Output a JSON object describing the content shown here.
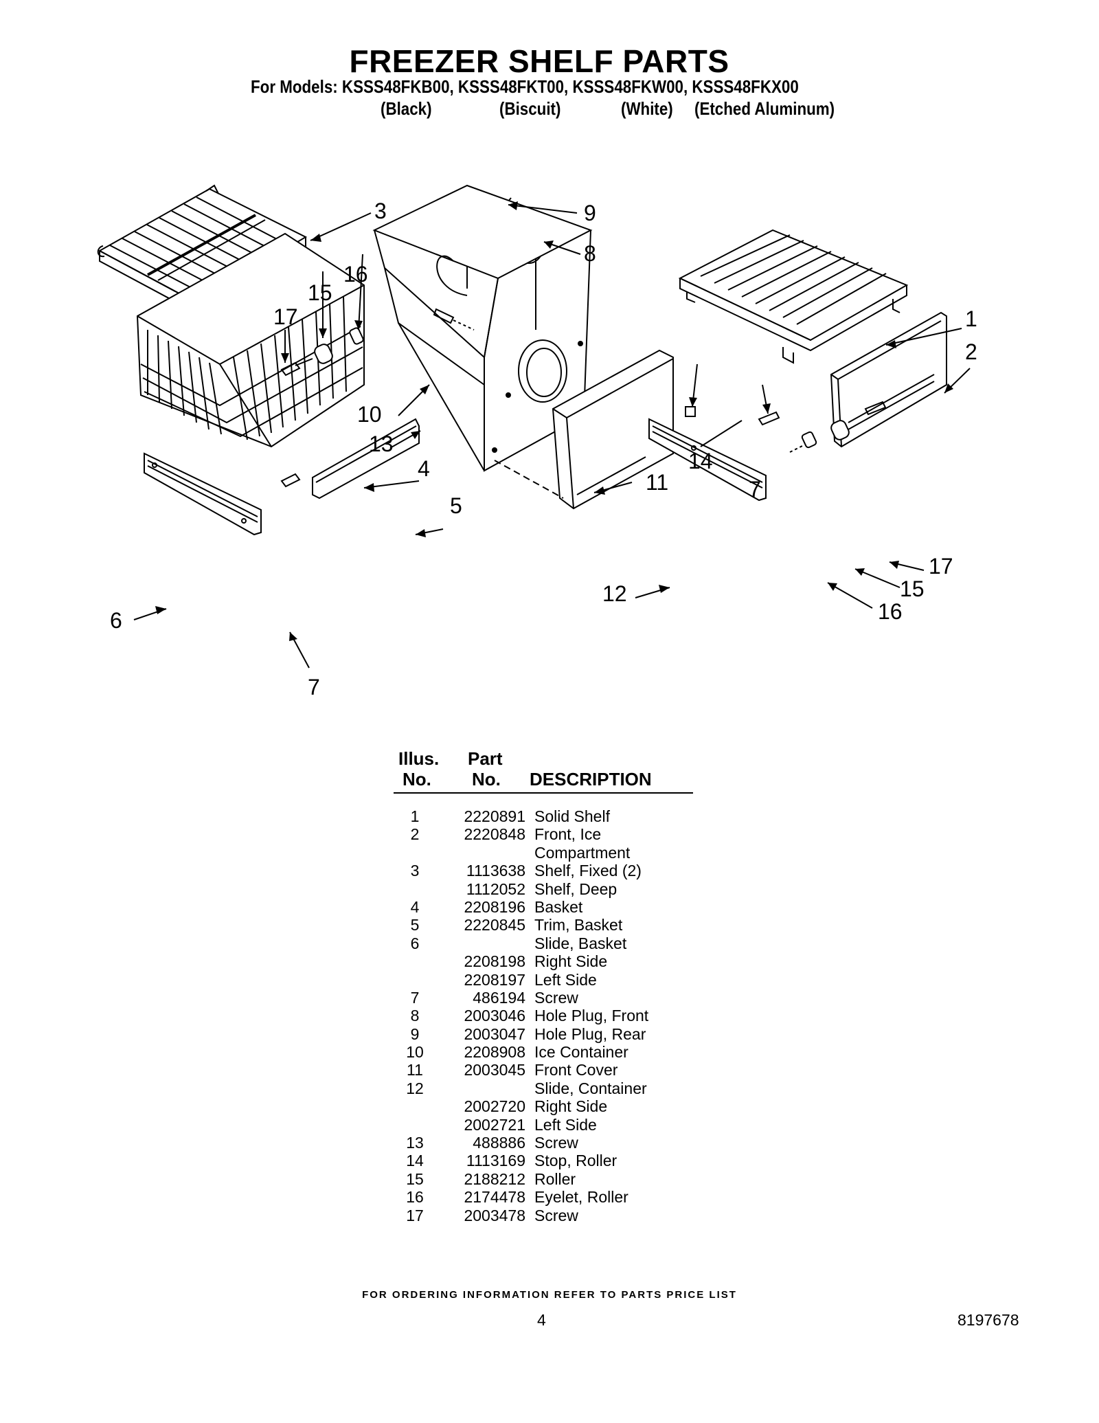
{
  "header": {
    "title": "FREEZER SHELF PARTS",
    "models_line": "For Models: KSSS48FKB00, KSSS48FKT00, KSSS48FKW00, KSSS48FKX00",
    "colors": [
      "(Black)",
      "(Biscuit)",
      "(White)",
      "(Etched Aluminum)"
    ]
  },
  "diagram": {
    "callouts": [
      "3",
      "9",
      "8",
      "16",
      "15",
      "17",
      "1",
      "2",
      "10",
      "13",
      "4",
      "14",
      "11",
      "7",
      "5",
      "17",
      "15",
      "12",
      "16",
      "6",
      "7"
    ]
  },
  "table": {
    "header_illus_1": "Illus.",
    "header_illus_2": "No.",
    "header_part_1": "Part",
    "header_part_2": "No.",
    "header_desc": "DESCRIPTION",
    "rows": [
      {
        "illus": "1",
        "part": "2220891",
        "desc": "Solid Shelf"
      },
      {
        "illus": "2",
        "part": "2220848",
        "desc": "Front, Ice"
      },
      {
        "illus": "",
        "part": "",
        "desc": "Compartment"
      },
      {
        "illus": "3",
        "part": "1113638",
        "desc": "Shelf, Fixed (2)"
      },
      {
        "illus": "",
        "part": "1112052",
        "desc": "Shelf, Deep"
      },
      {
        "illus": "4",
        "part": "2208196",
        "desc": "Basket"
      },
      {
        "illus": "5",
        "part": "2220845",
        "desc": "Trim, Basket"
      },
      {
        "illus": "6",
        "part": "",
        "desc": "Slide, Basket"
      },
      {
        "illus": "",
        "part": "2208198",
        "desc": "Right Side"
      },
      {
        "illus": "",
        "part": "2208197",
        "desc": "Left Side"
      },
      {
        "illus": "7",
        "part": "486194",
        "desc": "Screw"
      },
      {
        "illus": "8",
        "part": "2003046",
        "desc": "Hole Plug, Front"
      },
      {
        "illus": "9",
        "part": "2003047",
        "desc": "Hole Plug, Rear"
      },
      {
        "illus": "10",
        "part": "2208908",
        "desc": "Ice Container"
      },
      {
        "illus": "11",
        "part": "2003045",
        "desc": "Front Cover"
      },
      {
        "illus": "12",
        "part": "",
        "desc": "Slide, Container"
      },
      {
        "illus": "",
        "part": "2002720",
        "desc": "Right Side"
      },
      {
        "illus": "",
        "part": "2002721",
        "desc": "Left Side"
      },
      {
        "illus": "13",
        "part": "488886",
        "desc": "Screw"
      },
      {
        "illus": "14",
        "part": "1113169",
        "desc": "Stop, Roller"
      },
      {
        "illus": "15",
        "part": "2188212",
        "desc": "Roller"
      },
      {
        "illus": "16",
        "part": "2174478",
        "desc": "Eyelet, Roller"
      },
      {
        "illus": "17",
        "part": "2003478",
        "desc": "Screw"
      }
    ]
  },
  "footer": {
    "ordering_note": "FOR ORDERING INFORMATION REFER TO PARTS PRICE LIST",
    "page_number": "4",
    "doc_number": "8197678"
  }
}
